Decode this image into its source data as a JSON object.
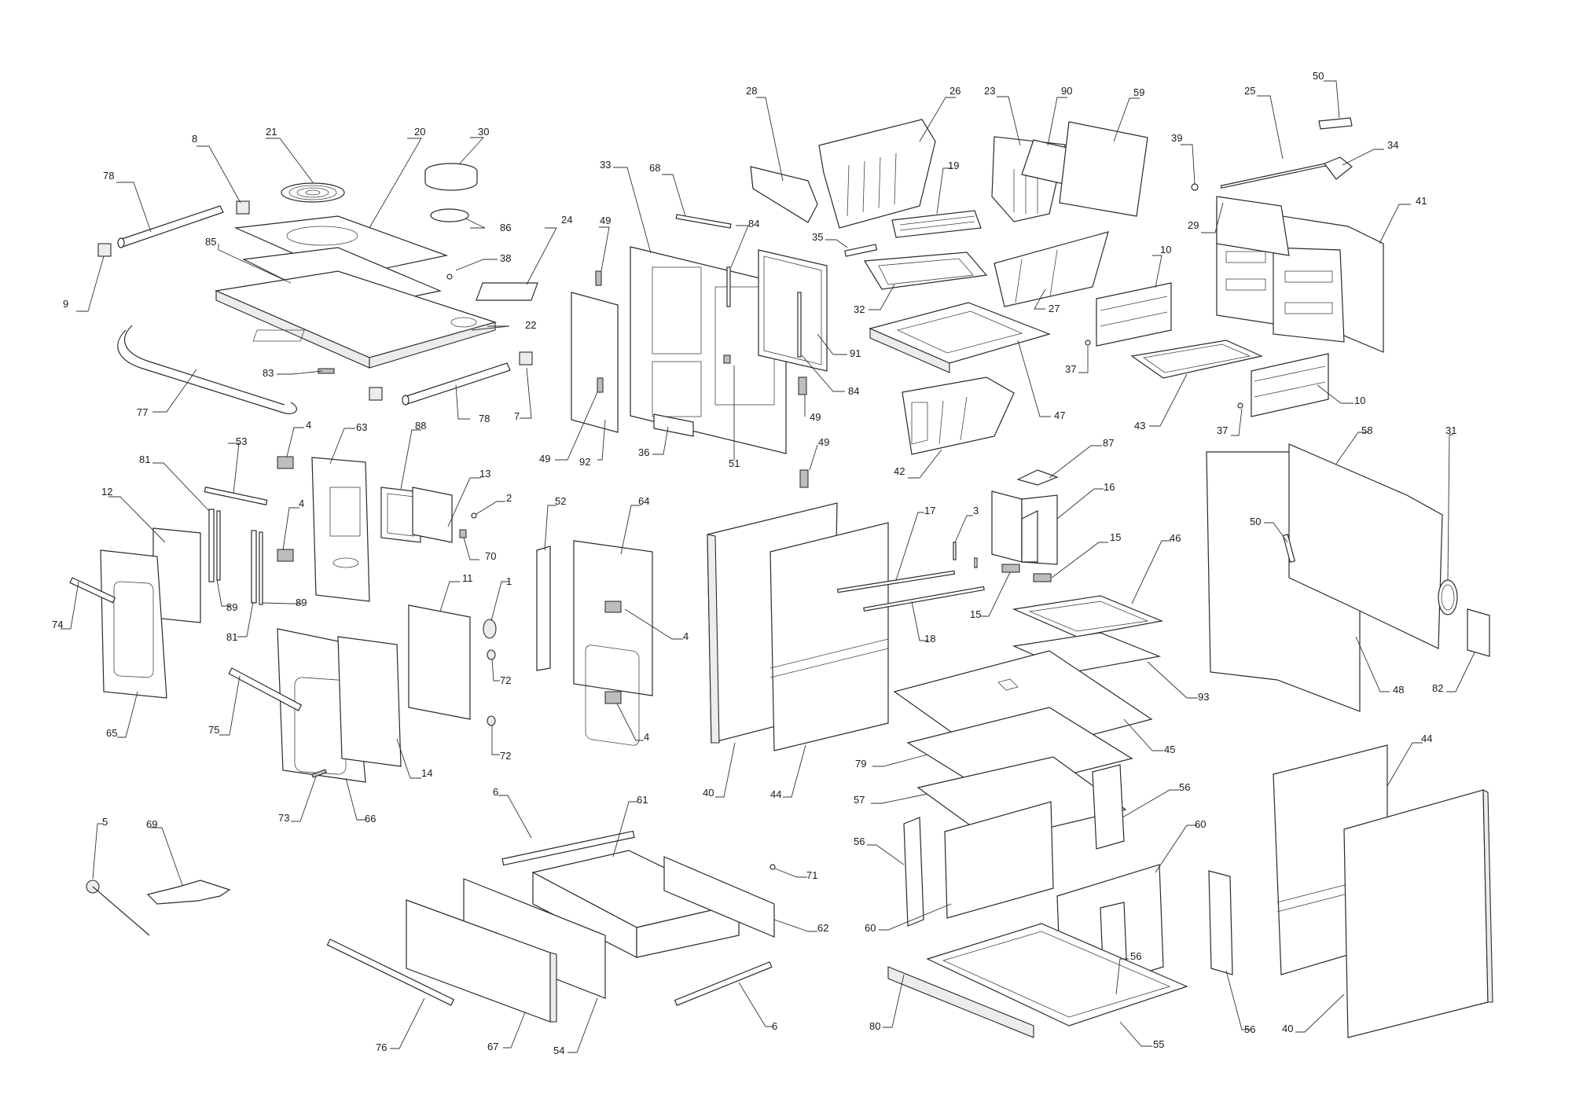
{
  "callouts": [
    {
      "id": "c78a",
      "label": "78"
    },
    {
      "id": "c8",
      "label": "8"
    },
    {
      "id": "c21",
      "label": "21"
    },
    {
      "id": "c20",
      "label": "20"
    },
    {
      "id": "c30",
      "label": "30"
    },
    {
      "id": "c85",
      "label": "85"
    },
    {
      "id": "c86",
      "label": "86"
    },
    {
      "id": "c38",
      "label": "38"
    },
    {
      "id": "c24",
      "label": "24"
    },
    {
      "id": "c9",
      "label": "9"
    },
    {
      "id": "c22",
      "label": "22"
    },
    {
      "id": "c83",
      "label": "83"
    },
    {
      "id": "c7",
      "label": "7"
    },
    {
      "id": "c78b",
      "label": "78"
    },
    {
      "id": "c77",
      "label": "77"
    },
    {
      "id": "c33",
      "label": "33"
    },
    {
      "id": "c68",
      "label": "68"
    },
    {
      "id": "c49a",
      "label": "49"
    },
    {
      "id": "c84a",
      "label": "84"
    },
    {
      "id": "c91",
      "label": "91"
    },
    {
      "id": "c84b",
      "label": "84"
    },
    {
      "id": "c49b",
      "label": "49"
    },
    {
      "id": "c49c",
      "label": "49"
    },
    {
      "id": "c49d",
      "label": "49"
    },
    {
      "id": "c92",
      "label": "92"
    },
    {
      "id": "c36",
      "label": "36"
    },
    {
      "id": "c51",
      "label": "51"
    },
    {
      "id": "c28",
      "label": "28"
    },
    {
      "id": "c26",
      "label": "26"
    },
    {
      "id": "c23",
      "label": "23"
    },
    {
      "id": "c90",
      "label": "90"
    },
    {
      "id": "c59",
      "label": "59"
    },
    {
      "id": "c19",
      "label": "19"
    },
    {
      "id": "c35",
      "label": "35"
    },
    {
      "id": "c32",
      "label": "32"
    },
    {
      "id": "c27",
      "label": "27"
    },
    {
      "id": "c47",
      "label": "47"
    },
    {
      "id": "c42",
      "label": "42"
    },
    {
      "id": "c25",
      "label": "25"
    },
    {
      "id": "c50a",
      "label": "50"
    },
    {
      "id": "c39",
      "label": "39"
    },
    {
      "id": "c34",
      "label": "34"
    },
    {
      "id": "c29",
      "label": "29"
    },
    {
      "id": "c41",
      "label": "41"
    },
    {
      "id": "c10a",
      "label": "10"
    },
    {
      "id": "c37a",
      "label": "37"
    },
    {
      "id": "c43",
      "label": "43"
    },
    {
      "id": "c37b",
      "label": "37"
    },
    {
      "id": "c10b",
      "label": "10"
    },
    {
      "id": "c12",
      "label": "12"
    },
    {
      "id": "c81a",
      "label": "81"
    },
    {
      "id": "c53",
      "label": "53"
    },
    {
      "id": "c4a",
      "label": "4"
    },
    {
      "id": "c63",
      "label": "63"
    },
    {
      "id": "c88",
      "label": "88"
    },
    {
      "id": "c13",
      "label": "13"
    },
    {
      "id": "c2",
      "label": "2"
    },
    {
      "id": "c4b",
      "label": "4"
    },
    {
      "id": "c70",
      "label": "70"
    },
    {
      "id": "c74",
      "label": "74"
    },
    {
      "id": "c89a",
      "label": "89"
    },
    {
      "id": "c89b",
      "label": "89"
    },
    {
      "id": "c81b",
      "label": "81"
    },
    {
      "id": "c11",
      "label": "11"
    },
    {
      "id": "c1",
      "label": "1"
    },
    {
      "id": "c72a",
      "label": "72"
    },
    {
      "id": "c72b",
      "label": "72"
    },
    {
      "id": "c65",
      "label": "65"
    },
    {
      "id": "c75",
      "label": "75"
    },
    {
      "id": "c14",
      "label": "14"
    },
    {
      "id": "c73",
      "label": "73"
    },
    {
      "id": "c66",
      "label": "66"
    },
    {
      "id": "c52",
      "label": "52"
    },
    {
      "id": "c64",
      "label": "64"
    },
    {
      "id": "c4c",
      "label": "4"
    },
    {
      "id": "c4d",
      "label": "4"
    },
    {
      "id": "c87",
      "label": "87"
    },
    {
      "id": "c16",
      "label": "16"
    },
    {
      "id": "c17",
      "label": "17"
    },
    {
      "id": "c3",
      "label": "3"
    },
    {
      "id": "c15a",
      "label": "15"
    },
    {
      "id": "c15b",
      "label": "15"
    },
    {
      "id": "c46",
      "label": "46"
    },
    {
      "id": "c18",
      "label": "18"
    },
    {
      "id": "c40a",
      "label": "40"
    },
    {
      "id": "c44a",
      "label": "44"
    },
    {
      "id": "c93",
      "label": "93"
    },
    {
      "id": "c45",
      "label": "45"
    },
    {
      "id": "c58",
      "label": "58"
    },
    {
      "id": "c31",
      "label": "31"
    },
    {
      "id": "c50b",
      "label": "50"
    },
    {
      "id": "c48",
      "label": "48"
    },
    {
      "id": "c82",
      "label": "82"
    },
    {
      "id": "c79",
      "label": "79"
    },
    {
      "id": "c57",
      "label": "57"
    },
    {
      "id": "c56a",
      "label": "56"
    },
    {
      "id": "c56b",
      "label": "56"
    },
    {
      "id": "c60a",
      "label": "60"
    },
    {
      "id": "c60b",
      "label": "60"
    },
    {
      "id": "c56c",
      "label": "56"
    },
    {
      "id": "c56d",
      "label": "56"
    },
    {
      "id": "c44b",
      "label": "44"
    },
    {
      "id": "c40b",
      "label": "40"
    },
    {
      "id": "c5",
      "label": "5"
    },
    {
      "id": "c69",
      "label": "69"
    },
    {
      "id": "c6a",
      "label": "6"
    },
    {
      "id": "c61",
      "label": "61"
    },
    {
      "id": "c71",
      "label": "71"
    },
    {
      "id": "c62",
      "label": "62"
    },
    {
      "id": "c6b",
      "label": "6"
    },
    {
      "id": "c76",
      "label": "76"
    },
    {
      "id": "c67",
      "label": "67"
    },
    {
      "id": "c54",
      "label": "54"
    },
    {
      "id": "c80",
      "label": "80"
    },
    {
      "id": "c55",
      "label": "55"
    }
  ]
}
